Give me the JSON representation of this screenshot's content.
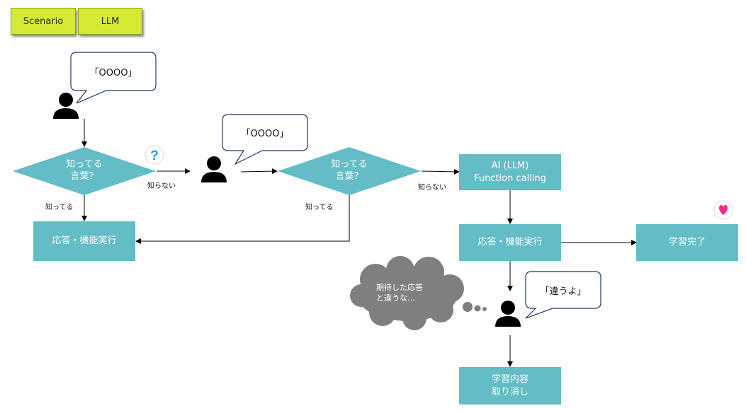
{
  "tags": {
    "scenario": "Scenario",
    "llm": "LLM"
  },
  "speech": {
    "first": "「OOOO」",
    "second": "「OOOO」",
    "third": "「違うよ」"
  },
  "decisions": {
    "d1": {
      "line1": "知ってる",
      "line2": "言葉？"
    },
    "d2": {
      "line1": "知ってる",
      "line2": "言葉？"
    }
  },
  "edge_labels": {
    "d1_unknown": "知らない",
    "d1_known": "知ってる",
    "d2_unknown": "知らない",
    "d2_known": "知ってる"
  },
  "boxes": {
    "respond_left": "応答・機能実行",
    "ai_line1": "AI (LLM)",
    "ai_line2": "Function calling",
    "respond_right": "応答・機能実行",
    "learned": "学習完了",
    "cancel_line1": "学習内容",
    "cancel_line2": "取り消し"
  },
  "thought": {
    "line1": "期待した応答",
    "line2": "と違うな…"
  },
  "icons": {
    "question": "question-mark-icon",
    "heart": "heart-icon",
    "person": "person-icon"
  },
  "colors": {
    "tag": "#d4ea34",
    "box": "#63bcc6",
    "bubble_border": "#1f3864",
    "cloud": "#7f7f7f",
    "heart": "#ff2d87",
    "question": "#1ea0e0"
  }
}
